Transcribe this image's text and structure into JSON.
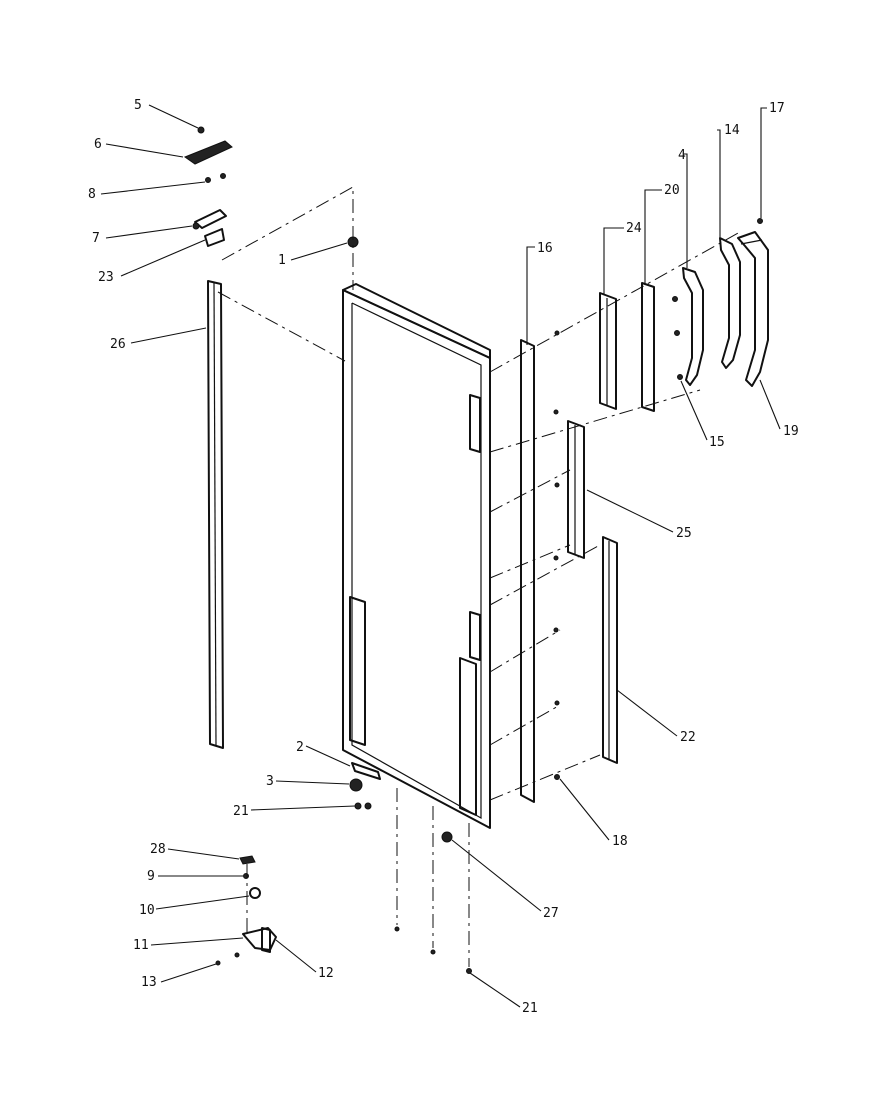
{
  "diagram": {
    "callouts": [
      {
        "id": "c1",
        "label": "1"
      },
      {
        "id": "c2",
        "label": "2"
      },
      {
        "id": "c3",
        "label": "3"
      },
      {
        "id": "c4",
        "label": "4"
      },
      {
        "id": "c5",
        "label": "5"
      },
      {
        "id": "c6",
        "label": "6"
      },
      {
        "id": "c7",
        "label": "7"
      },
      {
        "id": "c8",
        "label": "8"
      },
      {
        "id": "c9",
        "label": "9"
      },
      {
        "id": "c10",
        "label": "10"
      },
      {
        "id": "c11",
        "label": "11"
      },
      {
        "id": "c12",
        "label": "12"
      },
      {
        "id": "c13",
        "label": "13"
      },
      {
        "id": "c14",
        "label": "14"
      },
      {
        "id": "c15",
        "label": "15"
      },
      {
        "id": "c16",
        "label": "16"
      },
      {
        "id": "c17",
        "label": "17"
      },
      {
        "id": "c18",
        "label": "18"
      },
      {
        "id": "c19",
        "label": "19"
      },
      {
        "id": "c20",
        "label": "20"
      },
      {
        "id": "c21a",
        "label": "21"
      },
      {
        "id": "c21b",
        "label": "21"
      },
      {
        "id": "c22",
        "label": "22"
      },
      {
        "id": "c23",
        "label": "23"
      },
      {
        "id": "c24",
        "label": "24"
      },
      {
        "id": "c25",
        "label": "25"
      },
      {
        "id": "c26",
        "label": "26"
      },
      {
        "id": "c27",
        "label": "27"
      },
      {
        "id": "c28",
        "label": "28"
      }
    ]
  }
}
